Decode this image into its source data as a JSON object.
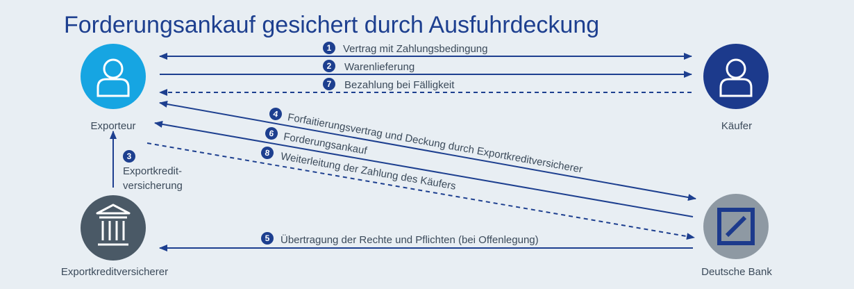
{
  "title": "Forderungsankauf gesichert durch Ausfuhrdeckung",
  "actors": {
    "exporteur": {
      "label": "Exporteur",
      "icon": "person-icon",
      "color": "#16a5e2"
    },
    "kaeufer": {
      "label": "Käufer",
      "icon": "person-icon",
      "color": "#1c3a8c"
    },
    "versicherer": {
      "label": "Exportkreditversicherer",
      "icon": "bank-building-icon",
      "color": "#4a5966"
    },
    "bank": {
      "label": "Deutsche Bank",
      "icon": "deutsche-bank-logo",
      "color": "#8e99a3"
    }
  },
  "steps": [
    {
      "num": "1",
      "text": "Vertrag mit Zahlungsbedingung",
      "style": "solid",
      "direction": "both"
    },
    {
      "num": "2",
      "text": "Warenlieferung",
      "style": "solid",
      "direction": "exporteur-to-kaeufer"
    },
    {
      "num": "7",
      "text": "Bezahlung bei Fälligkeit",
      "style": "dashed",
      "direction": "kaeufer-to-exporteur"
    },
    {
      "num": "4",
      "text": "Forfaitierungsvertrag und Deckung durch Exportkreditversicherer",
      "style": "solid",
      "direction": "both"
    },
    {
      "num": "6",
      "text": "Forderungsankauf",
      "style": "solid",
      "direction": "bank-to-exporteur"
    },
    {
      "num": "8",
      "text": "Weiterleitung der Zahlung des Käufers",
      "style": "dashed",
      "direction": "exporteur-to-bank"
    },
    {
      "num": "5",
      "text": "Übertragung der Rechte und Pflichten (bei Offenlegung)",
      "style": "solid",
      "direction": "bank-to-versicherer"
    },
    {
      "num": "3",
      "text_line1": "Exportkredit-",
      "text_line2": "versicherung",
      "style": "solid",
      "direction": "versicherer-to-exporteur"
    }
  ],
  "colors": {
    "arrow": "#1d3f8f",
    "number_badge": "#1d3f8f",
    "background": "#e8eef3"
  }
}
